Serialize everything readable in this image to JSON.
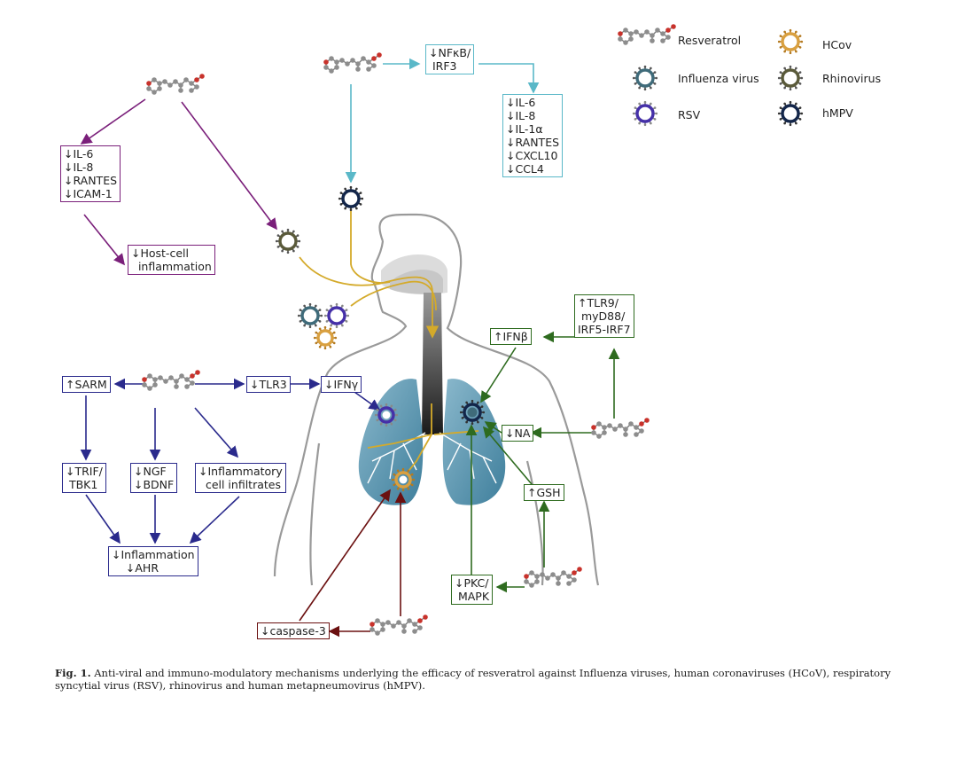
{
  "legend": {
    "resveratrol": "Resveratrol",
    "hcov": "HCov",
    "influenza": "Influenza virus",
    "rhinovirus": "Rhinovirus",
    "rsv": "RSV",
    "hmpv": "hMPV"
  },
  "boxes": {
    "nfkb": "↓NFκB/\n IRF3",
    "cytokines_top": "↓IL-6\n↓IL-8\n↓IL-1α\n↓RANTES\n↓CXCL10\n↓CCL4",
    "left_cytokines": "↓IL-6\n↓IL-8\n↓RANTES\n↓ICAM-1",
    "hostcell": "↓Host-cell\n  inflammation",
    "sarm": "↑SARM",
    "tlr3": "↓TLR3",
    "ifng": "↓IFNγ",
    "trif": "↓TRIF/\n TBK1",
    "ngf": "↓NGF\n↓BDNF",
    "infiltrates": "↓Inflammatory\n  cell infiltrates",
    "inflammation_ahr": "↓Inflammation\n    ↓AHR",
    "tlr9": "↑TLR9/\n myD88/\nIRF5-IRF7",
    "ifnb": "↑IFNβ",
    "na": "↓NA",
    "gsh": "↑GSH",
    "pkc": "↓PKC/\n MAPK",
    "caspase": "↓caspase-3"
  },
  "caption": {
    "label": "Fig. 1.",
    "text": " Anti-viral and immuno-modulatory mechanisms underlying the efficacy of resveratrol against Influenza viruses, human coronaviruses (HCoV), respiratory syncytial virus (RSV), rhinovirus and human metapneumovirus (hMPV)."
  },
  "colors": {
    "purple": "#7a1f7a",
    "blue": "#2a2a8c",
    "cyan": "#5ab8c8",
    "green": "#2e6b1f",
    "darkred": "#6b1010",
    "gold": "#d4aa2a",
    "lung": "#5f98b3"
  }
}
